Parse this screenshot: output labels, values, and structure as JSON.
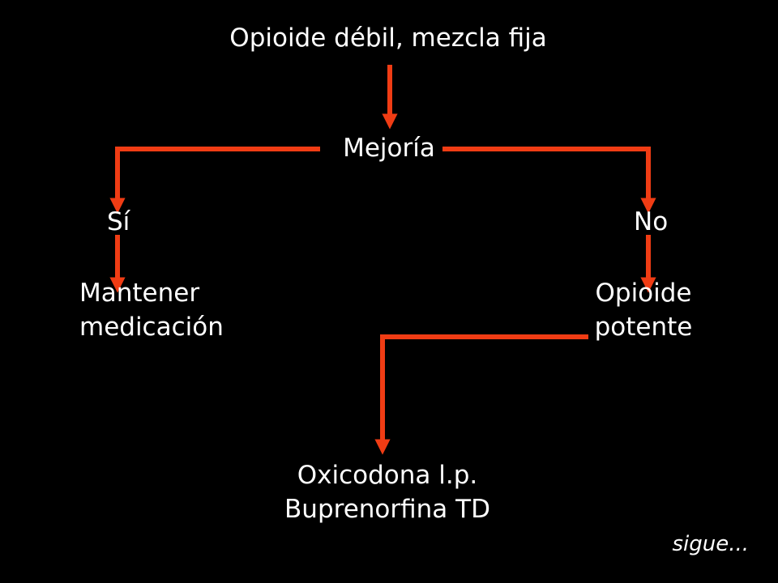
{
  "diagram": {
    "start": "Opioide débil, mezcla fija",
    "decision": "Mejoría",
    "yes_label": "Sí",
    "no_label": "No",
    "yes_outcome": "Mantener\nmedicación",
    "no_outcome": "Opioide\npotente",
    "final_outcome": "Oxicodona l.p.\nBuprenorfina TD"
  },
  "footer": "sigue...",
  "colors": {
    "background": "#000000",
    "arrow": "#F03C14",
    "text": "#FFFFFF"
  }
}
